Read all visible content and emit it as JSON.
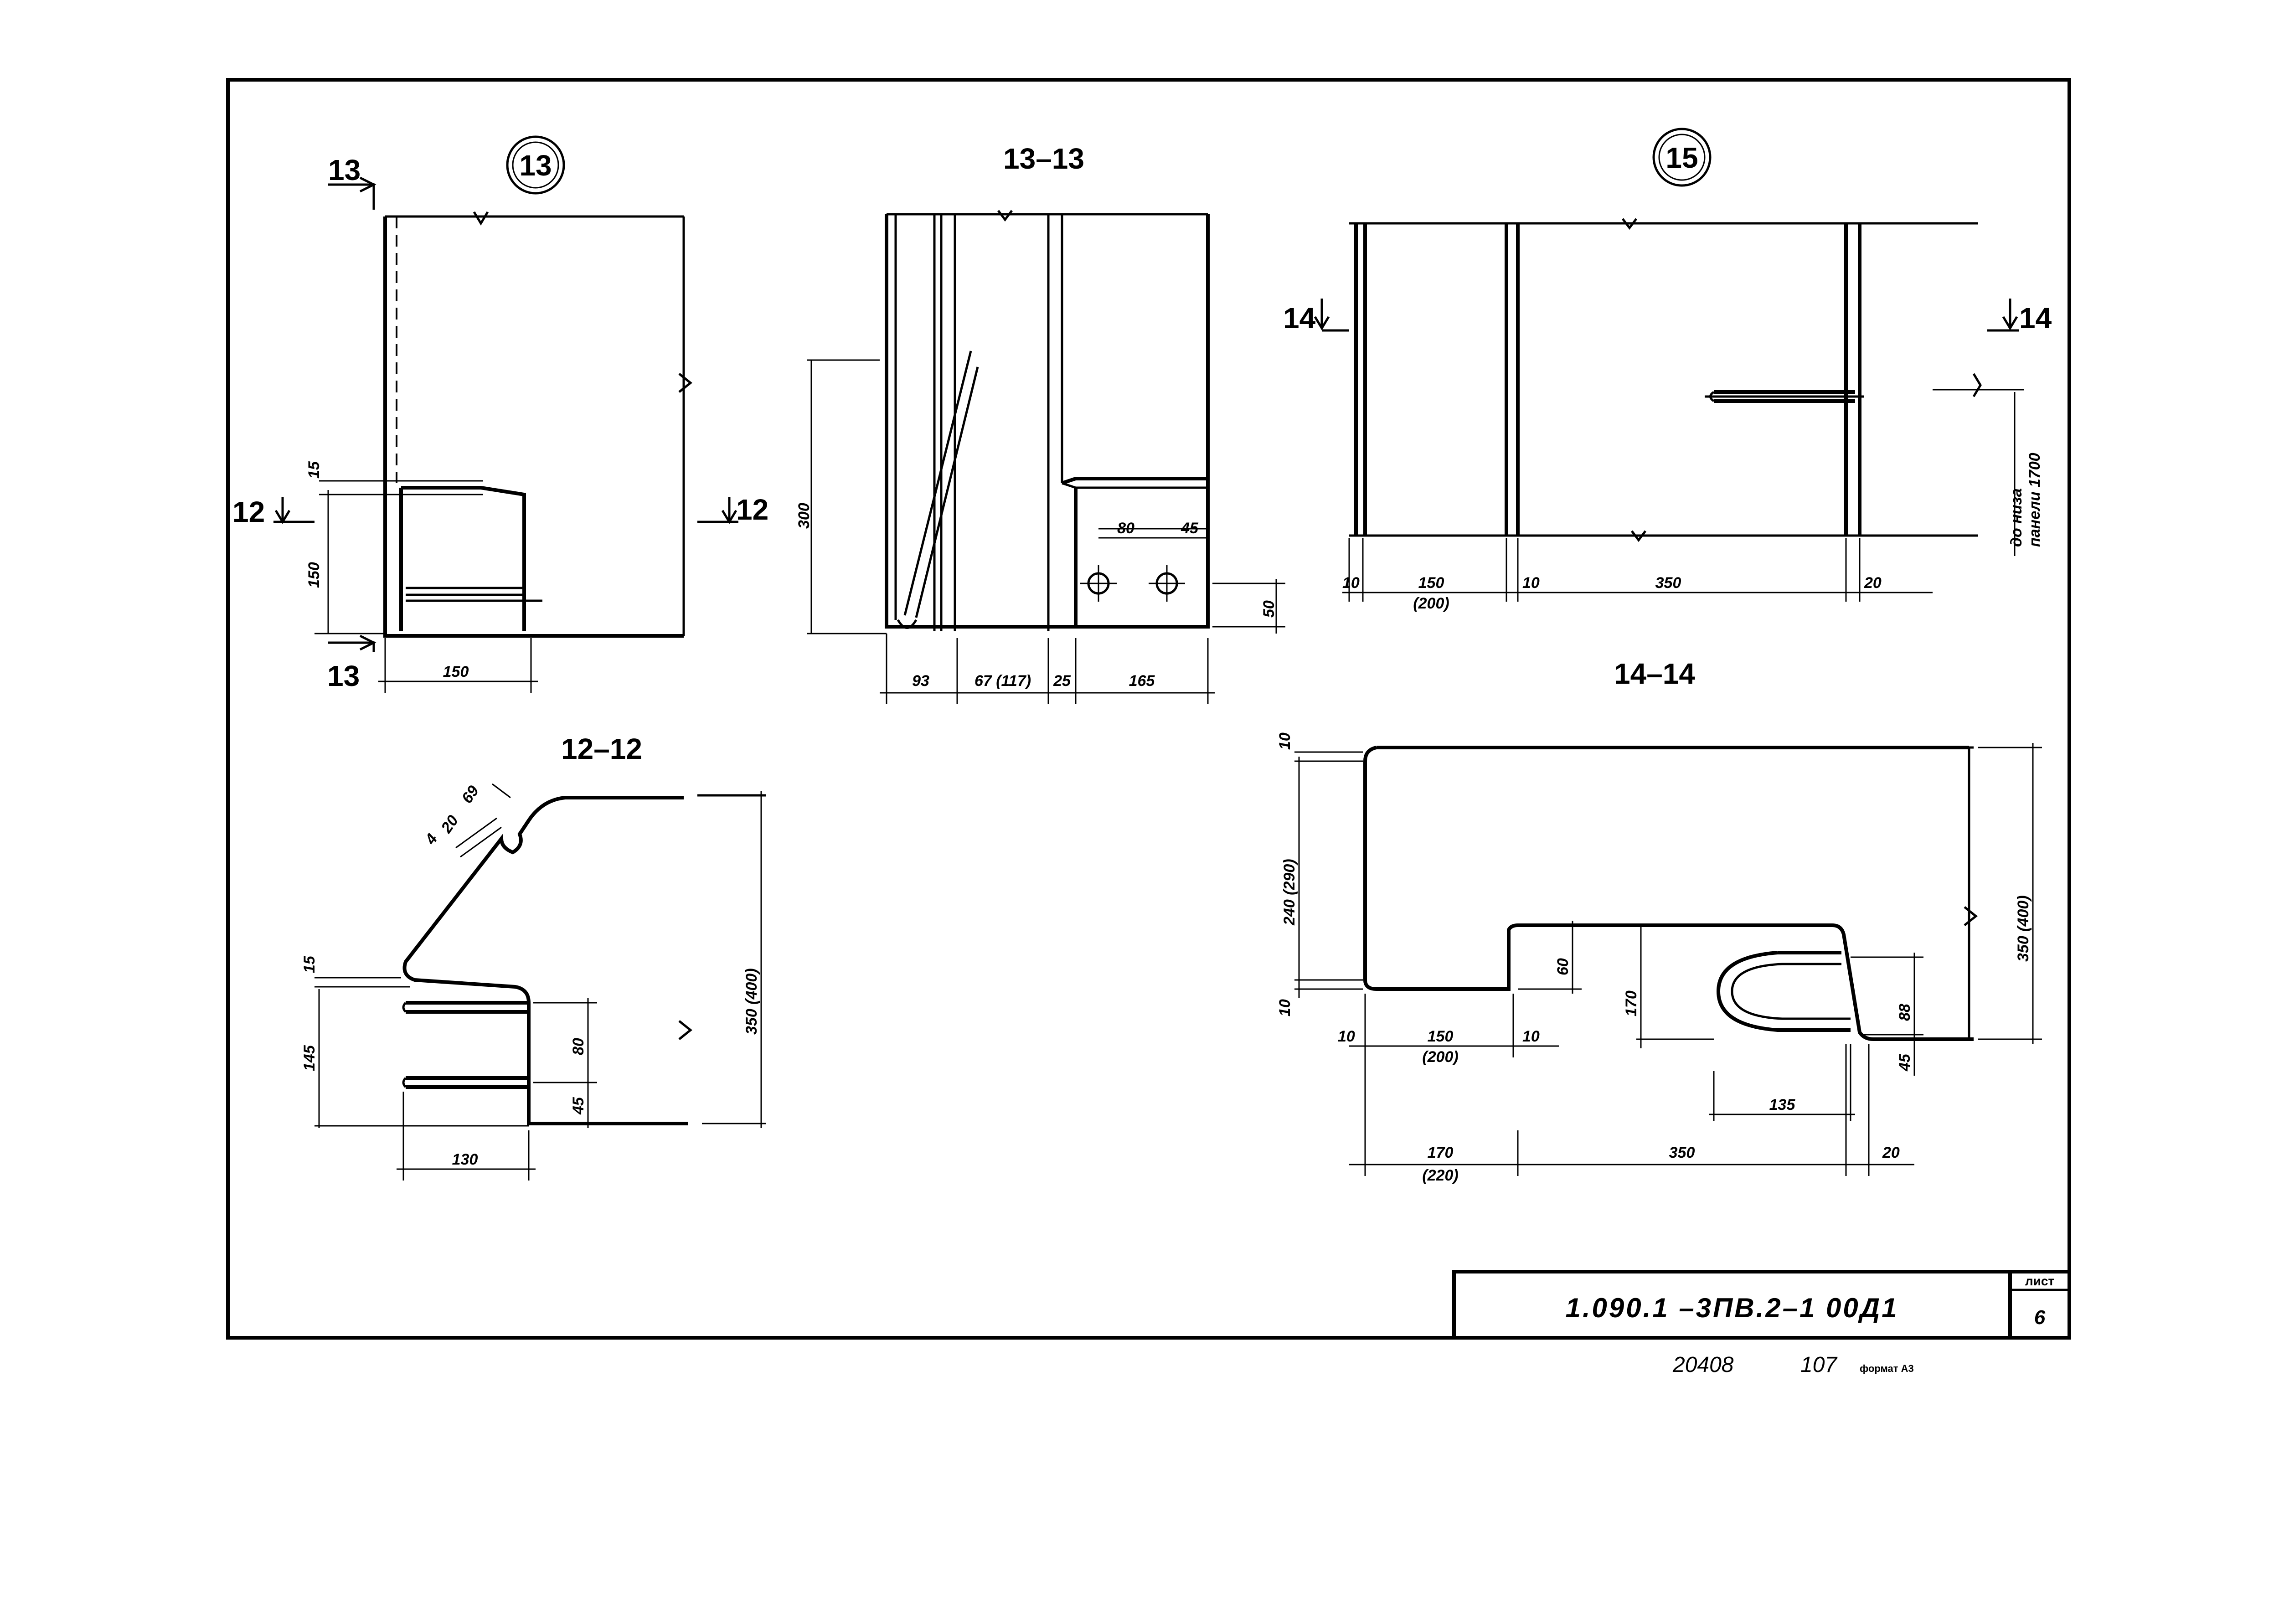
{
  "views": {
    "view13": {
      "marker": "13",
      "cut_labels": [
        "13",
        "13",
        "12",
        "12"
      ],
      "dims": {
        "d15": "15",
        "d150v": "150",
        "d150h": "150"
      }
    },
    "section13": {
      "title": "13–13",
      "dims": {
        "d300": "300",
        "d80": "80",
        "d45": "45",
        "d50": "50",
        "d93": "93",
        "d67": "67 (117)",
        "d25": "25",
        "d165": "165"
      }
    },
    "view15": {
      "marker": "15",
      "cut_labels": [
        "14",
        "14"
      ],
      "note_line1": "до низа",
      "note_line2": "панели 1700",
      "dims": {
        "d10a": "10",
        "d150": "150",
        "d200": "(200)",
        "d10b": "10",
        "d350": "350",
        "d20": "20"
      }
    },
    "section12": {
      "title": "12–12",
      "dims": {
        "d4": "4",
        "d20": "20",
        "d69": "69",
        "d15": "15",
        "d145": "145",
        "d80": "80",
        "d45": "45",
        "d130": "130",
        "d350": "350 (400)"
      }
    },
    "section14": {
      "title": "14–14",
      "dims": {
        "d10t": "10",
        "d240": "240 (290)",
        "d10b": "10",
        "d10l": "10",
        "d150": "150",
        "d200": "(200)",
        "d10r": "10",
        "d60": "60",
        "d170v": "170",
        "d88": "88",
        "d45": "45",
        "d135": "135",
        "d170h": "170",
        "d220": "(220)",
        "d350h": "350",
        "d20": "20",
        "d350v": "350 (400)"
      }
    }
  },
  "title_block": {
    "code": "1.090.1 –3ПВ.2–1     00Д1",
    "sheet_label": "лист",
    "sheet_number": "6"
  },
  "footer": {
    "number": "20408",
    "page": "107",
    "format": "формат А3"
  }
}
